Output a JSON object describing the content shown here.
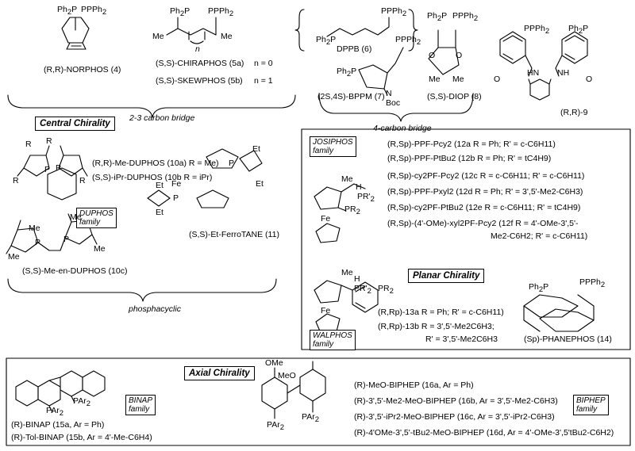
{
  "categories": {
    "central": "Central Chirality",
    "planar": "Planar Chirality",
    "axial": "Axial Chirality"
  },
  "bridges": {
    "c23": "2-3 carbon bridge",
    "c4": "4-carbon bridge",
    "phosphacyclic": "phosphacyclic"
  },
  "families": {
    "duphos": [
      "DUPHOS",
      "family"
    ],
    "josiphos": [
      "JOSIPHOS",
      "family"
    ],
    "walphos": [
      "WALPHOS",
      "family"
    ],
    "binap": [
      "BINAP",
      "family"
    ],
    "biphep": [
      "BIPHEP",
      "family"
    ]
  },
  "atoms": {
    "PPh2": "PPh",
    "Ph2P": "Ph",
    "Me": "Me",
    "R": "R",
    "P": "P",
    "Fe": "Fe",
    "Et": "Et",
    "N": "N",
    "O": "O",
    "HN": "HN",
    "NH": "NH",
    "Boc": "Boc",
    "H": "H",
    "OMe": "OMe",
    "MeO": "MeO",
    "n": "n"
  },
  "compounds": {
    "norphos": "(R,R)-NORPHOS (4)",
    "chiraphos": "(S,S)-CHIRAPHOS (5a)",
    "chiraphos_n": "n = 0",
    "skewphos": "(S,S)-SKEWPHOS (5b)",
    "skewphos_n": "n = 1",
    "dppb": "DPPB (6)",
    "bppm": "(2S,4S)-BPPM (7)",
    "diop": "(S,S)-DIOP (8)",
    "c9": "(R,R)-9",
    "me_duphos": "(R,R)-Me-DUPHOS (10a)  R = Me)",
    "ipr_duphos": "(S,S)-iPr-DUPHOS (10b  R = iPr)",
    "me_en_duphos": "(S,S)-Me-en-DUPHOS (10c)",
    "ferrotane": "(S,S)-Et-FerroTANE (11)",
    "c12a": "(R,Sp)-PPF-Pcy2 (12a  R = Ph; R' = c-C6H11)",
    "c12b": "(R,Sp)-PPF-PtBu2 (12b  R = Ph; R' = tC4H9)",
    "c12c": "(R,Sp)-cy2PF-Pcy2 (12c  R = c-C6H11; R' = c-C6H11)",
    "c12d": "(R,Sp)-PPF-Pxyl2 (12d  R = Ph; R' = 3',5'-Me2-C6H3)",
    "c12e": "(R,Sp)-cy2PF-PtBu2  (12e  R = c-C6H11; R' = tC4H9)",
    "c12f": "(R,Sp)-(4'-OMe)-xyl2PF-Pcy2 (12f  R = 4'-OMe-3',5'-",
    "c12f2": "Me2-C6H2; R' = c-C6H11)",
    "c13a": "(R,Rp)-13a  R = Ph; R' = c-C6H11)",
    "c13b": "(R,Rp)-13b  R = 3',5'-Me2C6H3;",
    "c13b2": "R' = 3',5'-Me2C6H3",
    "phanephos": "(Sp)-PHANEPHOS (14)",
    "binap": "(R)-BINAP (15a, Ar = Ph)",
    "tolbinap": "(R)-Tol-BINAP (15b, Ar = 4'-Me-C6H4)",
    "c16a": "(R)-MeO-BIPHEP (16a, Ar = Ph)",
    "c16b": "(R)-3',5'-Me2-MeO-BIPHEP (16b, Ar = 3',5'-Me2-C6H3)",
    "c16c": "(R)-3',5'-iPr2-MeO-BIPHEP (16c, Ar = 3',5'-iPr2-C6H3)",
    "c16d": "(R)-4'OMe-3',5'-tBu2-MeO-BIPHEP (16d, Ar = 4'-OMe-3',5'tBu2-C6H2)"
  }
}
